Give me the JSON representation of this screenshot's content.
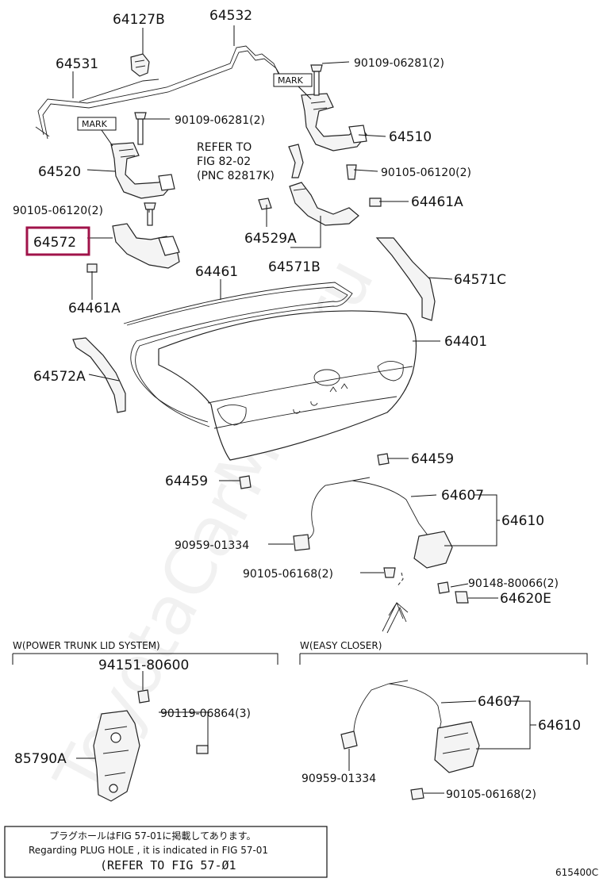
{
  "labels": {
    "p64127B": "64127B",
    "p64532": "64532",
    "p64531": "64531",
    "bolt_top_right": "90109-06281(2)",
    "mark_right": "MARK",
    "mark_left": "MARK",
    "bolt_left": "90109-06281(2)",
    "p64510": "64510",
    "refer_line1": "REFER TO",
    "refer_line2": "FIG 82-02",
    "refer_line3": "(PNC 82817K)",
    "p64520": "64520",
    "bolt_90105_right": "90105-06120(2)",
    "p64461A_right": "64461A",
    "bolt_90105_left": "90105-06120(2)",
    "p64572": "64572",
    "p64529A": "64529A",
    "p64571B": "64571B",
    "p64461": "64461",
    "p64571C": "64571C",
    "p64461A_left": "64461A",
    "p64401": "64401",
    "p64572A": "64572A",
    "p64459_right": "64459",
    "p64459_left": "64459",
    "p64607": "64607",
    "p64610": "64610",
    "clip_90959": "90959-01334",
    "bolt_90105_06168": "90105-06168(2)",
    "bolt_90148": "90148-80066(2)",
    "p64620E": "64620E"
  },
  "sections": {
    "power_trunk": {
      "title": "W(POWER TRUNK LID SYSTEM)",
      "part_94151": "94151-80600",
      "bolt_90119": "90119-06864(3)",
      "part_85790A": "85790A"
    },
    "easy_closer": {
      "title": "W(EASY CLOSER)",
      "part_64607": "64607",
      "part_64610": "64610",
      "clip_90959": "90959-01334",
      "bolt_90105": "90105-06168(2)"
    }
  },
  "note": {
    "japanese": "プラグホールはFIG 57-01に掲載してあります。",
    "english": "Regarding  PLUG  HOLE , it is indicated in  FIG  57-01",
    "refer": "(REFER TO FIG 57-Ø1"
  },
  "figure_number": "615400C",
  "watermark": "ToyotaCarMine.ru",
  "colors": {
    "highlight": "#a0134a",
    "line": "#111111",
    "background": "#ffffff"
  }
}
